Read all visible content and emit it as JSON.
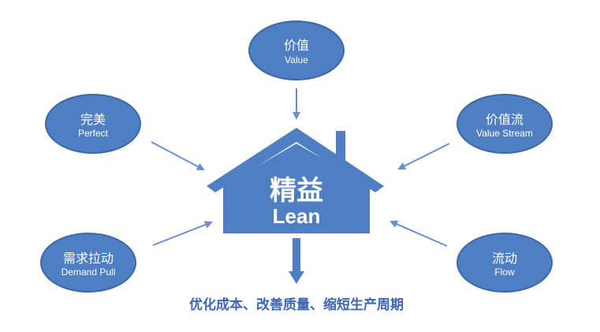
{
  "center": {
    "label_cn": "精益",
    "label_en": "Lean"
  },
  "nodes": {
    "value": {
      "cn": "价值",
      "en": "Value"
    },
    "value_stream": {
      "cn": "价值流",
      "en": "Value Stream"
    },
    "flow": {
      "cn": "流动",
      "en": "Flow"
    },
    "demand_pull": {
      "cn": "需求拉动",
      "en": "Demand Pull"
    },
    "perfect": {
      "cn": "完美",
      "en": "Perfect"
    }
  },
  "caption": "优化成本、改善质量、缩短生产周期",
  "colors": {
    "primary": "#4f7fc2",
    "arrow": "#6b8fcc",
    "caption": "#3e66b5"
  }
}
